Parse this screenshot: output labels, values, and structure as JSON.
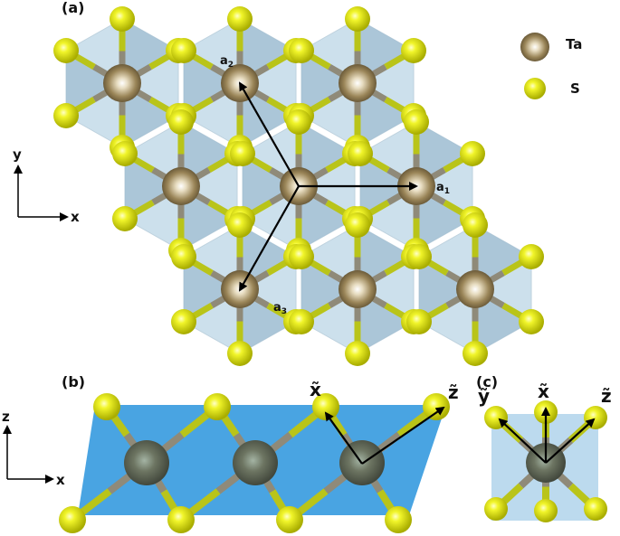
{
  "panels": {
    "a": "(a)",
    "b": "(b)",
    "c": "(c)"
  },
  "legend": {
    "ta_label": "Ta",
    "s_label": "S"
  },
  "lattice_vectors": {
    "a1": {
      "main": "a",
      "sub": "1"
    },
    "a2": {
      "main": "a",
      "sub": "2"
    },
    "a3": {
      "main": "a",
      "sub": "3"
    }
  },
  "axes": {
    "a_y": "y",
    "a_x": "x",
    "b_z": "z",
    "b_x": "x"
  },
  "local_axes": {
    "b_x": "x̃",
    "b_z": "z̃",
    "c_y": "ỹ",
    "c_x": "x̃",
    "c_z": "z̃"
  },
  "colors": {
    "ta": "#8a7a55",
    "s": "#e3e800",
    "polyhedron_light": "#bcd6e6",
    "polyhedron_dark": "#8fb1c9",
    "slab_b": "#3f9fe0",
    "bond_ta": "#8f8a79",
    "bond_s": "#b9c419"
  }
}
